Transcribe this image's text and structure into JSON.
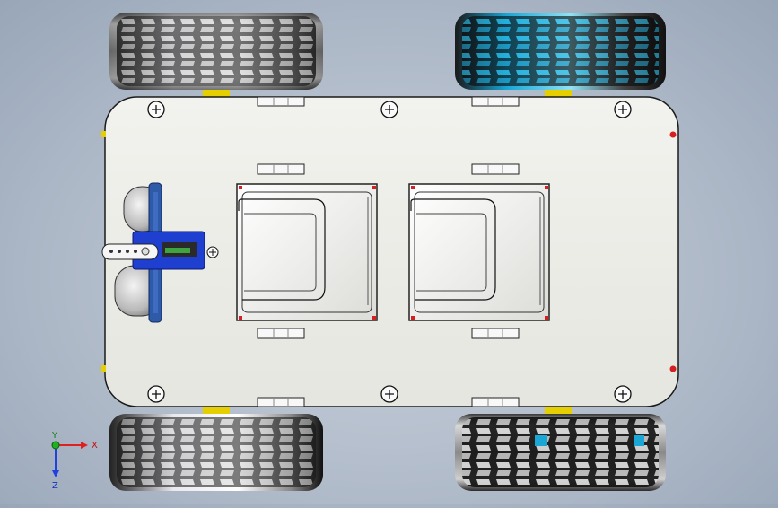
{
  "scene": {
    "description_hidden": "",
    "colors": {
      "background_center": "#c9d1dc",
      "background_edge": "#98a6b8",
      "chassis": "#eeeee8",
      "tire_dark": "#1c1c1c",
      "tire_highlight_blue": "#1aa7d6",
      "tread_yellow": "#e0c000",
      "servo_blue": "#1e3fcf",
      "sensor_board": "#2f5aa8",
      "accent_red": "#d42020"
    }
  },
  "triad": {
    "x_label": "X",
    "y_label": "Y",
    "z_label": "Z",
    "x_color": "#e02020",
    "y_color": "#20b020",
    "z_color": "#2040e0"
  }
}
